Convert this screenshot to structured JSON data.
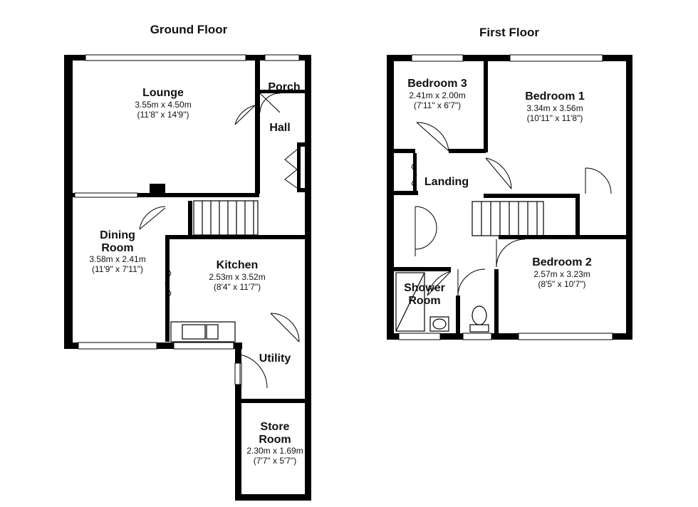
{
  "floors": {
    "ground": {
      "title": "Ground Floor",
      "rooms": {
        "lounge": {
          "name": "Lounge",
          "metric": "3.55m x 4.50m",
          "imperial": "(11'8\" x 14'9\")"
        },
        "porch": {
          "name": "Porch"
        },
        "hall": {
          "name": "Hall"
        },
        "dining": {
          "name_line1": "Dining",
          "name_line2": "Room",
          "metric": "3.58m x 2.41m",
          "imperial": "(11'9\" x 7'11\")"
        },
        "kitchen": {
          "name": "Kitchen",
          "metric": "2.53m x 3.52m",
          "imperial": "(8'4\" x 11'7\")"
        },
        "utility": {
          "name": "Utility"
        },
        "store": {
          "name_line1": "Store",
          "name_line2": "Room",
          "metric": "2.30m x 1.69m",
          "imperial": "(7'7\" x 5'7\")"
        }
      }
    },
    "first": {
      "title": "First Floor",
      "rooms": {
        "bedroom3": {
          "name": "Bedroom 3",
          "metric": "2.41m x 2.00m",
          "imperial": "(7'11\" x 6'7\")"
        },
        "bedroom1": {
          "name": "Bedroom 1",
          "metric": "3.34m x 3.56m",
          "imperial": "(10'11\" x 11'8\")"
        },
        "landing": {
          "name": "Landing"
        },
        "shower": {
          "name_line1": "Shower",
          "name_line2": "Room"
        },
        "bedroom2": {
          "name": "Bedroom 2",
          "metric": "2.57m x 3.23m",
          "imperial": "(8'5\" x 10'7\")"
        }
      }
    }
  },
  "colors": {
    "wall": "#000000",
    "background": "#ffffff",
    "fixture": "#d9d9d9"
  }
}
